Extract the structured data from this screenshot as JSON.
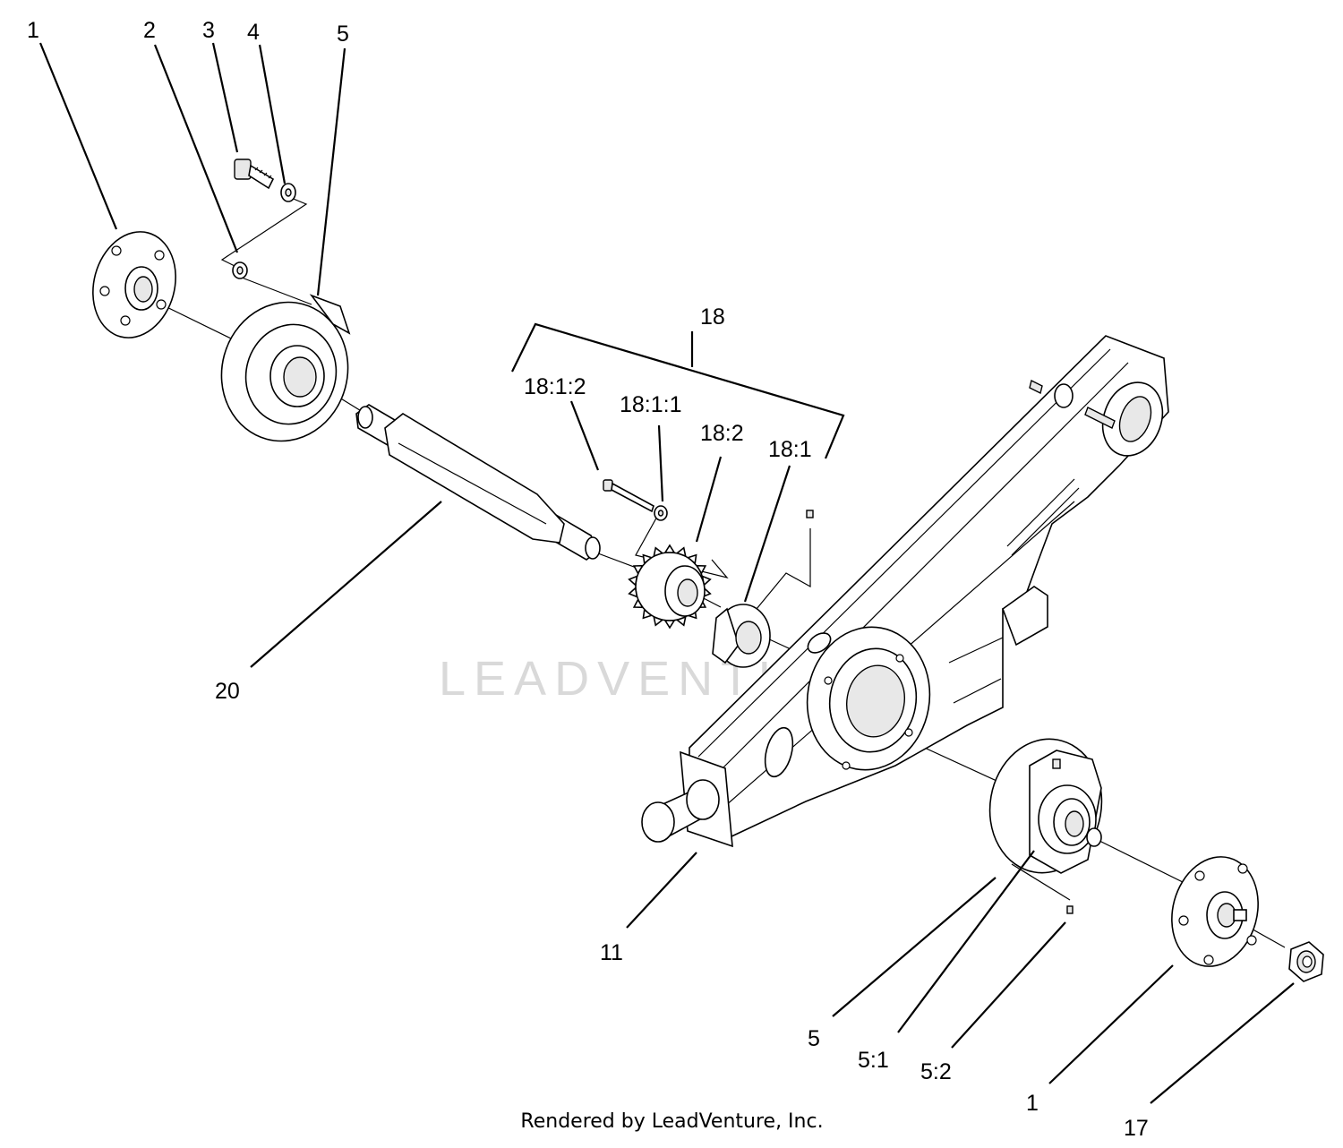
{
  "watermark": "LEADVENTURE",
  "footer": "Rendered by LeadVenture, Inc.",
  "callouts": [
    "1",
    "2",
    "3",
    "4",
    "5",
    "18",
    "18:1:2",
    "18:1:1",
    "18:2",
    "18:1",
    "20",
    "11",
    "5",
    "5:1",
    "5:2",
    "1",
    "17"
  ],
  "icons": [
    "flange-plate-icon",
    "bearing-housing-icon",
    "bolt-icon",
    "washer-icon",
    "axle-shaft-icon",
    "sprocket-icon",
    "bushing-icon",
    "frame-arm-icon",
    "lock-nut-icon"
  ]
}
